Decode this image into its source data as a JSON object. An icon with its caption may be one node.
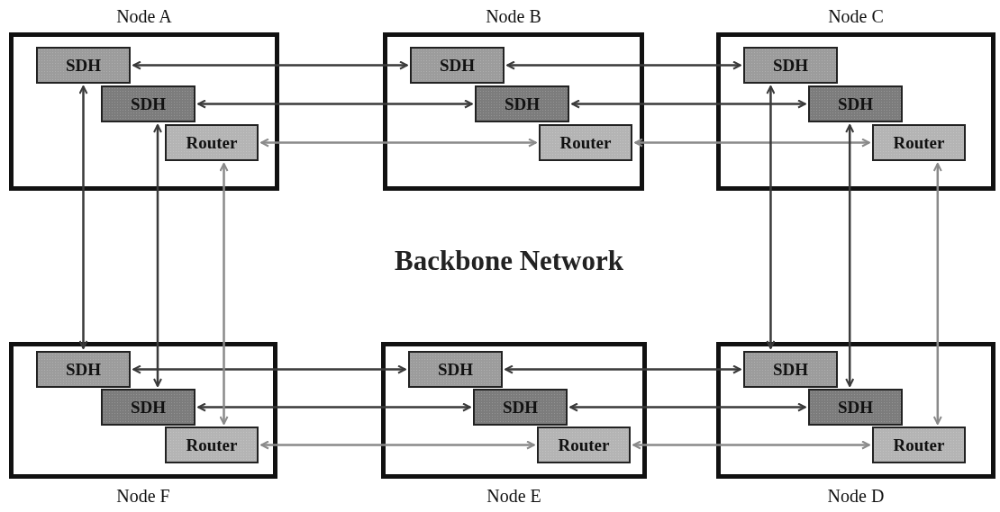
{
  "diagram": {
    "title": "Backbone Network",
    "nodes": [
      {
        "text": [
          "Node A"
        ]
      },
      {
        "text": [
          "SDH"
        ],
        "in": 0
      },
      {
        "text": [
          "SDH"
        ],
        "in": 0
      },
      {
        "text": [
          "Router"
        ],
        "in": 0
      },
      {
        "text": [
          "Node B"
        ]
      },
      {
        "text": [
          "SDH"
        ],
        "in": 4
      },
      {
        "text": [
          "SDH"
        ],
        "in": 4
      },
      {
        "text": [
          "Router"
        ],
        "in": 4
      },
      {
        "text": [
          "Node C"
        ]
      },
      {
        "text": [
          "SDH"
        ],
        "in": 8
      },
      {
        "text": [
          "SDH"
        ],
        "in": 8
      },
      {
        "text": [
          "Router"
        ],
        "in": 8
      },
      {
        "text": [
          "Node F"
        ]
      },
      {
        "text": [
          "SDH"
        ],
        "in": 12
      },
      {
        "text": [
          "SDH"
        ],
        "in": 12
      },
      {
        "text": [
          "Router"
        ],
        "in": 12
      },
      {
        "text": [
          "Node E"
        ]
      },
      {
        "text": [
          "SDH"
        ],
        "in": 16
      },
      {
        "text": [
          "SDH"
        ],
        "in": 16
      },
      {
        "text": [
          "Router"
        ],
        "in": 16
      },
      {
        "text": [
          "Node D"
        ]
      },
      {
        "text": [
          "SDH"
        ],
        "in": 20
      },
      {
        "text": [
          "SDH"
        ],
        "in": 20
      },
      {
        "text": [
          "Router"
        ],
        "in": 20
      }
    ],
    "edges": [
      {
        "from": 1,
        "to": 5,
        "arrow": "both"
      },
      {
        "from": 5,
        "to": 9,
        "arrow": "both"
      },
      {
        "from": 2,
        "to": 6,
        "arrow": "both"
      },
      {
        "from": 6,
        "to": 10,
        "arrow": "both"
      },
      {
        "from": 3,
        "to": 7,
        "arrow": "both",
        "color": "#8a8a8a"
      },
      {
        "from": 7,
        "to": 11,
        "arrow": "both",
        "color": "#8a8a8a"
      },
      {
        "from": 13,
        "to": 17,
        "arrow": "both"
      },
      {
        "from": 17,
        "to": 21,
        "arrow": "both"
      },
      {
        "from": 14,
        "to": 18,
        "arrow": "both"
      },
      {
        "from": 18,
        "to": 22,
        "arrow": "both"
      },
      {
        "from": 15,
        "to": 19,
        "arrow": "both",
        "color": "#8a8a8a"
      },
      {
        "from": 19,
        "to": 23,
        "arrow": "both",
        "color": "#8a8a8a"
      },
      {
        "from": 1,
        "to": 13,
        "arrow": "both"
      },
      {
        "from": 2,
        "to": 14,
        "arrow": "both"
      },
      {
        "from": 3,
        "to": 15,
        "arrow": "both",
        "color": "#8a8a8a"
      },
      {
        "from": 9,
        "to": 21,
        "arrow": "both"
      },
      {
        "from": 10,
        "to": 22,
        "arrow": "both"
      },
      {
        "from": 11,
        "to": 23,
        "arrow": "both",
        "color": "#8a8a8a"
      }
    ]
  }
}
